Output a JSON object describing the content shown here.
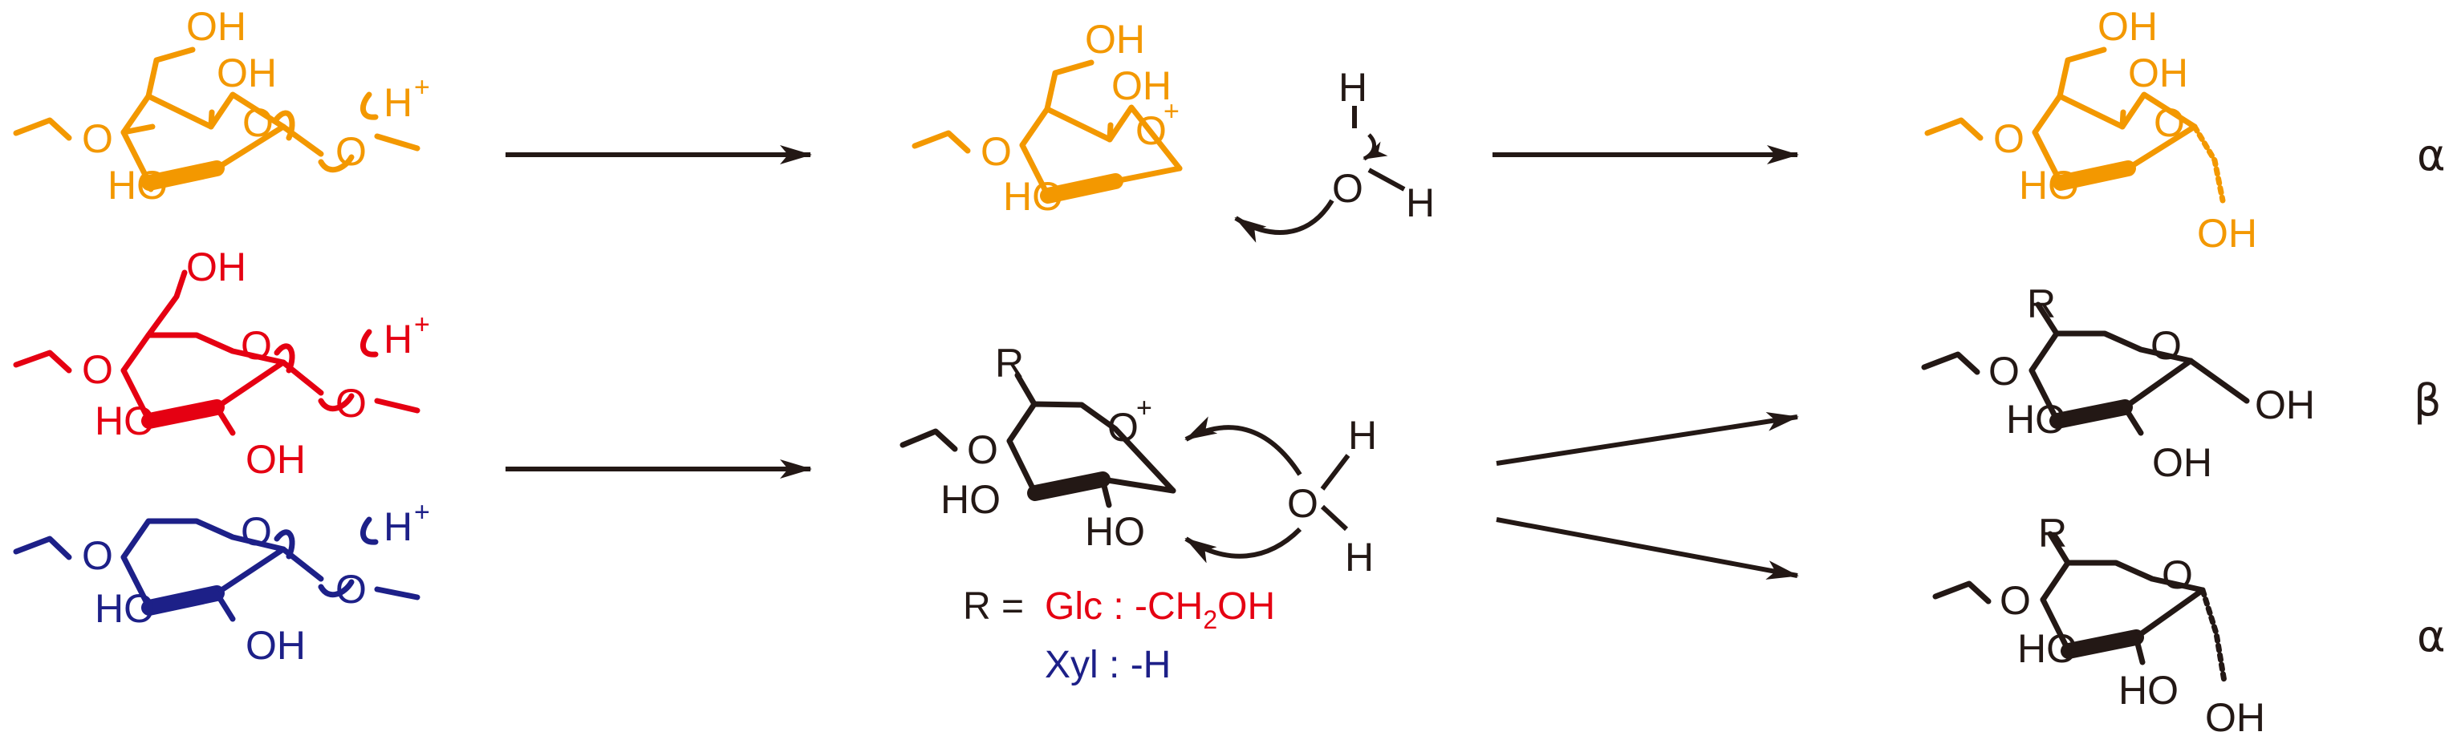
{
  "colors": {
    "mannose": "#F39800",
    "glucose": "#E50012",
    "xylose": "#1D2088",
    "product": "#231815",
    "arrow": "#231815"
  },
  "labels": {
    "oh": "OH",
    "ho": "HO",
    "o": "O",
    "h": "H",
    "plus": "+",
    "hplus": "H",
    "r": "R"
  },
  "anomers": {
    "top": "α",
    "middle": "β",
    "bottom": "α"
  },
  "legend": {
    "r_prefix": "R =",
    "glc": "Glc : -CH",
    "glc_sub": "2",
    "glc_tail": "OH",
    "xyl": "Xyl : -H"
  }
}
